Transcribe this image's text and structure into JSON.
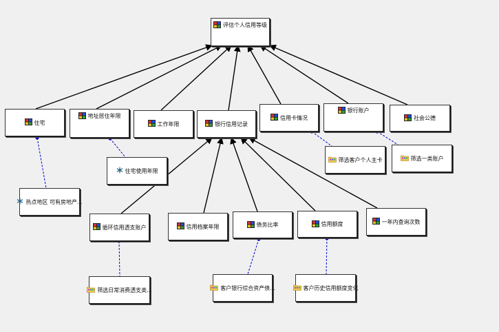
{
  "colors": {
    "edge": "#000000",
    "link": "#0000cc",
    "node_fill": "#ffffff",
    "background": "#f0f0f0"
  },
  "nodes": [
    {
      "id": "root",
      "label": "评估个人信用等级",
      "icon": "grid-icon"
    },
    {
      "id": "housing",
      "label": "住宅",
      "icon": "grid-icon"
    },
    {
      "id": "address_years",
      "label": "地址居住年限",
      "icon": "grid-icon"
    },
    {
      "id": "work_years",
      "label": "工作年限",
      "icon": "grid-icon"
    },
    {
      "id": "bank_credit",
      "label": "银行信用记录",
      "icon": "grid-icon"
    },
    {
      "id": "card_status",
      "label": "信用卡情况",
      "icon": "grid-icon"
    },
    {
      "id": "bank_account",
      "label": "银行账户",
      "icon": "grid-icon"
    },
    {
      "id": "social_ethics",
      "label": "社会公德",
      "icon": "grid-icon"
    },
    {
      "id": "hotspot",
      "label": "热点地区 可有房地产...",
      "icon": "snowflake-icon"
    },
    {
      "id": "residence_years",
      "label": "住宅使用年限",
      "icon": "snowflake-icon"
    },
    {
      "id": "filter_main_card",
      "label": "筛选客户个人主卡",
      "icon": "folder-icon"
    },
    {
      "id": "filter_class1",
      "label": "筛选一类账户",
      "icon": "folder-icon"
    },
    {
      "id": "revolving",
      "label": "循环信用透支账户",
      "icon": "grid-icon"
    },
    {
      "id": "credit_file_years",
      "label": "信用档案年限",
      "icon": "grid-icon"
    },
    {
      "id": "debt_ratio",
      "label": "债务比率",
      "icon": "grid-icon"
    },
    {
      "id": "credit_limit",
      "label": "信用额度",
      "icon": "grid-icon"
    },
    {
      "id": "queries_year",
      "label": "一年内查询次数",
      "icon": "grid-icon"
    },
    {
      "id": "filter_daily",
      "label": "筛选日常消费透支类...",
      "icon": "folder-icon"
    },
    {
      "id": "bank_assets",
      "label": "客户银行综合资产债...",
      "icon": "folder-icon"
    },
    {
      "id": "limit_history",
      "label": "客户历史信用额度变化",
      "icon": "folder-icon"
    }
  ]
}
